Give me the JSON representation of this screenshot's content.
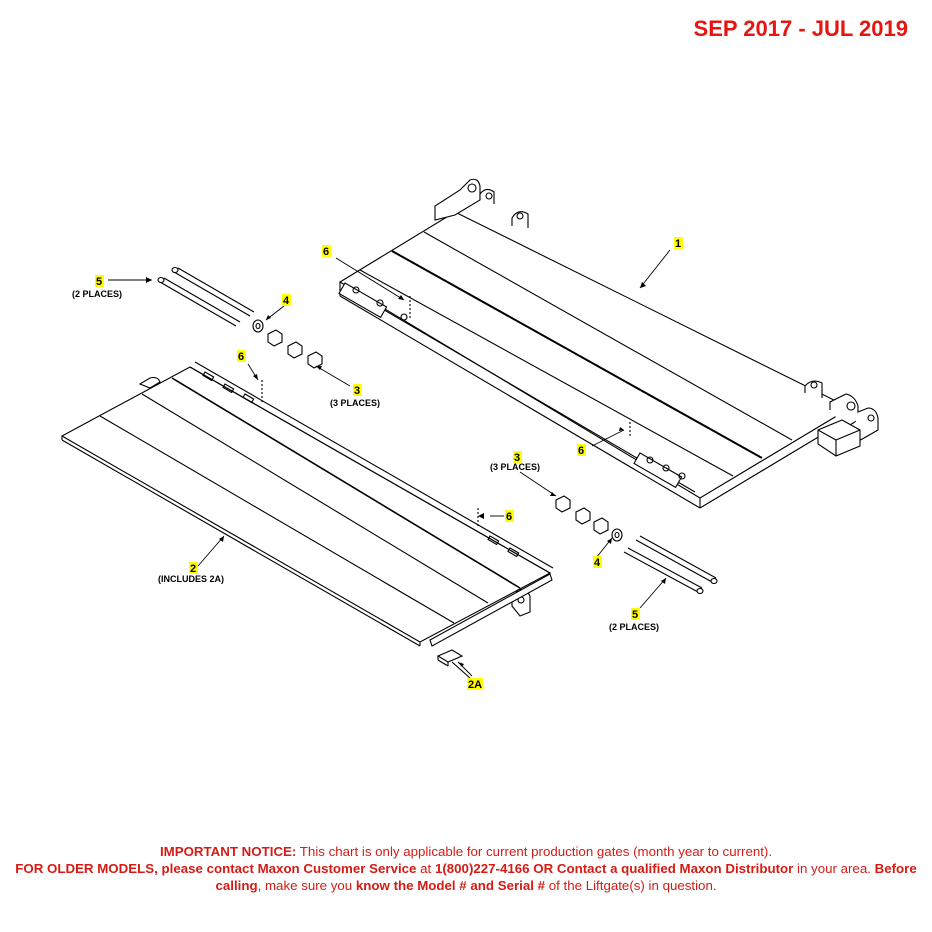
{
  "date_range": "SEP 2017 - JUL 2019",
  "callouts": {
    "c1": "1",
    "c2": "2",
    "c2_sub": "(INCLUDES 2A)",
    "c2a": "2A",
    "c3_left": "3",
    "c3_left_sub": "(3 PLACES)",
    "c3_right": "3",
    "c3_right_sub": "(3 PLACES)",
    "c4_left": "4",
    "c4_right": "4",
    "c5_left": "5",
    "c5_left_sub": "(2 PLACES)",
    "c5_right": "5",
    "c5_right_sub": "(2 PLACES)",
    "c6_a": "6",
    "c6_b": "6",
    "c6_c": "6",
    "c6_d": "6"
  },
  "callout_highlight_color": "#ffff00",
  "accent_color": "#e8140f",
  "notice": {
    "p1_bold": "IMPORTANT NOTICE:",
    "p2": " This chart is only applicable for current production gates (month year to current).",
    "p3_bold": "FOR OLDER MODELS, please contact Maxon Customer Service",
    "p4": " at ",
    "p5_bold": "1(800)227-4166 OR Contact a qualified Maxon Distributor",
    "p6": " in your area. ",
    "p7_bold": "Before calling",
    "p8": ", make sure you ",
    "p9_bold": "know the Model # and Serial #",
    "p10": " of the Liftgate(s) in question."
  }
}
